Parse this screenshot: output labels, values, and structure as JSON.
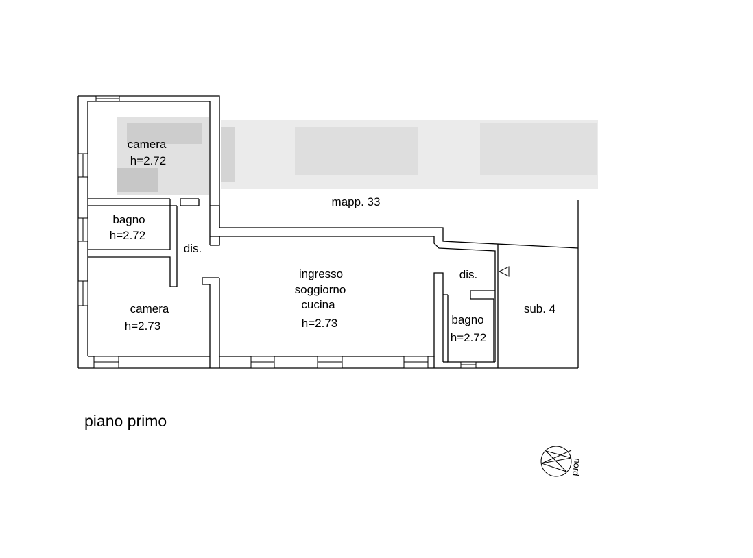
{
  "rooms": {
    "camera_top": {
      "name": "camera",
      "height": "h=2.72"
    },
    "bagno_left": {
      "name": "bagno",
      "height": "h=2.72"
    },
    "dis_left": {
      "name": "dis."
    },
    "camera_bottom": {
      "name": "camera",
      "height": "h=2.73"
    },
    "living": {
      "line1": "ingresso",
      "line2": "soggiorno",
      "line3": "cucina",
      "height": "h=2.73"
    },
    "dis_right": {
      "name": "dis."
    },
    "bagno_right": {
      "name": "bagno",
      "height": "h=2.72"
    }
  },
  "neighbors": {
    "mapp": "mapp. 33",
    "sub": "sub. 4"
  },
  "caption": "piano primo",
  "north": {
    "label": "nord"
  },
  "colors": {
    "line": "#000000",
    "background": "#ffffff"
  }
}
